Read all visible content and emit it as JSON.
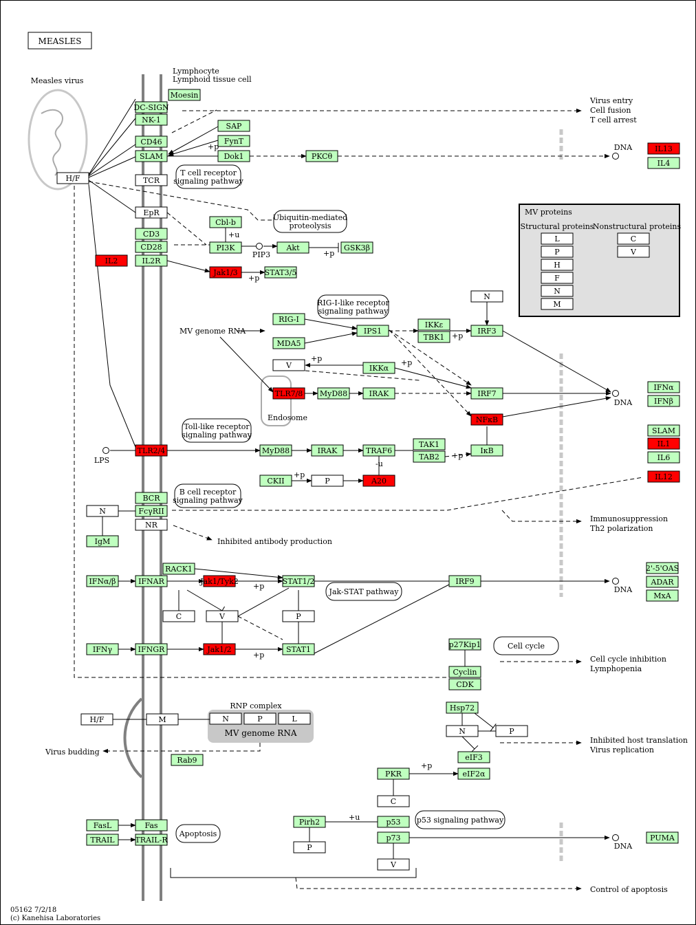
{
  "title": "MEASLES",
  "footer": {
    "id_date": "05162 7/2/18",
    "copyright": "(c) Kanehisa Laboratories"
  },
  "labels": {
    "measles_virus": "Measles virus",
    "lymphocyte_1": "Lymphocyte",
    "lymphocyte_2": "Lymphoid tissue cell",
    "virus_entry": [
      "Virus entry",
      "Cell fusion",
      "T cell arrest"
    ],
    "mv_genome_rna": "MV genome RNA",
    "endosome": "Endosome",
    "lps": "LPS",
    "pip3": "PIP3",
    "dna": "DNA",
    "inhibited_ab": "Inhibited antibody production",
    "immunosuppression": [
      "Immunosuppression",
      "Th2 polarization"
    ],
    "cc_inhibition": [
      "Cell cycle inhibition",
      "Lymphopenia"
    ],
    "inhibited_translation": [
      "Inhibited host translation",
      "Virus replication"
    ],
    "control_apoptosis": "Control of apoptosis",
    "virus_budding": "Virus budding",
    "rnp_complex": "RNP complex",
    "mv_genome_rna_box": "MV genome RNA",
    "plus_p": "+p",
    "plus_u": "+u",
    "minus_u": "-u"
  },
  "mv_proteins": {
    "title": "MV proteins",
    "structural_label": "Structural proteins",
    "nonstructural_label": "Nonstructural proteins",
    "structural": [
      "L",
      "P",
      "H",
      "F",
      "N",
      "M"
    ],
    "nonstructural": [
      "C",
      "V"
    ]
  },
  "pathways": {
    "tcr": [
      "T cell receptor",
      "signaling pathway"
    ],
    "ubiquitin": [
      "Ubiquitin-mediated",
      "proteolysis"
    ],
    "rigi": [
      "RIG-I-like receptor",
      "signaling pathway"
    ],
    "tlr": [
      "Toll-like receptor",
      "signaling pathway"
    ],
    "bcr": [
      "B cell receptor",
      "signaling pathway"
    ],
    "jakstat": [
      "Jak-STAT pathway"
    ],
    "cellcycle": [
      "Cell cycle"
    ],
    "apoptosis": [
      "Apoptosis"
    ],
    "p53": [
      "p53 signaling pathway"
    ]
  },
  "colors": {
    "green": "#bfffbf",
    "red": "#ff0000",
    "white": "#ffffff",
    "gray_panel": "#e0e0e0",
    "rnp_gray": "#c8c8c8"
  },
  "nodes": [
    {
      "key": "moesin",
      "label": "Moesin",
      "color": "green"
    },
    {
      "key": "dcsign",
      "label": "DC-SIGN",
      "color": "green"
    },
    {
      "key": "nk1",
      "label": "NK-1",
      "color": "green"
    },
    {
      "key": "cd46",
      "label": "CD46",
      "color": "green"
    },
    {
      "key": "slam",
      "label": "SLAM",
      "color": "green"
    },
    {
      "key": "sap",
      "label": "SAP",
      "color": "green"
    },
    {
      "key": "fynt",
      "label": "FynT",
      "color": "green"
    },
    {
      "key": "dok1",
      "label": "Dok1",
      "color": "green"
    },
    {
      "key": "pkctheta",
      "label": "PKCθ",
      "color": "green"
    },
    {
      "key": "il13",
      "label": "IL13",
      "color": "red"
    },
    {
      "key": "il4",
      "label": "IL4",
      "color": "green"
    },
    {
      "key": "hf",
      "label": "H/F",
      "color": "white"
    },
    {
      "key": "tcr",
      "label": "TCR",
      "color": "white"
    },
    {
      "key": "epr",
      "label": "EpR",
      "color": "white"
    },
    {
      "key": "cblb",
      "label": "Cbl-b",
      "color": "green"
    },
    {
      "key": "cd3",
      "label": "CD3",
      "color": "green"
    },
    {
      "key": "cd28",
      "label": "CD28",
      "color": "green"
    },
    {
      "key": "pi3k",
      "label": "PI3K",
      "color": "green"
    },
    {
      "key": "akt",
      "label": "Akt",
      "color": "green"
    },
    {
      "key": "gsk3b",
      "label": "GSK3β",
      "color": "green"
    },
    {
      "key": "il2",
      "label": "IL2",
      "color": "red"
    },
    {
      "key": "il2r",
      "label": "IL2R",
      "color": "green"
    },
    {
      "key": "jak13",
      "label": "Jak1/3",
      "color": "red"
    },
    {
      "key": "stat35",
      "label": "STAT3/5",
      "color": "green"
    },
    {
      "key": "rigi",
      "label": "RIG-I",
      "color": "green"
    },
    {
      "key": "mda5",
      "label": "MDA5",
      "color": "green"
    },
    {
      "key": "ips1",
      "label": "IPS1",
      "color": "green"
    },
    {
      "key": "ikke",
      "label": "IKKε",
      "color": "green"
    },
    {
      "key": "tbk1",
      "label": "TBK1",
      "color": "green"
    },
    {
      "key": "irf3",
      "label": "IRF3",
      "color": "green"
    },
    {
      "key": "n_irf3",
      "label": "N",
      "color": "white"
    },
    {
      "key": "v_mid",
      "label": "V",
      "color": "white"
    },
    {
      "key": "ikka",
      "label": "IKKα",
      "color": "green"
    },
    {
      "key": "tlr78",
      "label": "TLR7/8",
      "color": "red"
    },
    {
      "key": "myd88a",
      "label": "MyD88",
      "color": "green"
    },
    {
      "key": "iraka",
      "label": "IRAK",
      "color": "green"
    },
    {
      "key": "irf7",
      "label": "IRF7",
      "color": "green"
    },
    {
      "key": "nfkb",
      "label": "NFκB",
      "color": "red"
    },
    {
      "key": "ifna",
      "label": "IFNα",
      "color": "green"
    },
    {
      "key": "ifnb",
      "label": "IFNβ",
      "color": "green"
    },
    {
      "key": "slam2",
      "label": "SLAM",
      "color": "green"
    },
    {
      "key": "il1",
      "label": "IL1",
      "color": "red"
    },
    {
      "key": "il6",
      "label": "IL6",
      "color": "green"
    },
    {
      "key": "il12",
      "label": "IL12",
      "color": "red"
    },
    {
      "key": "tlr24",
      "label": "TLR2/4",
      "color": "red"
    },
    {
      "key": "myd88b",
      "label": "MyD88",
      "color": "green"
    },
    {
      "key": "irakb",
      "label": "IRAK",
      "color": "green"
    },
    {
      "key": "traf6",
      "label": "TRAF6",
      "color": "green"
    },
    {
      "key": "tak1",
      "label": "TAK1",
      "color": "green"
    },
    {
      "key": "tab2",
      "label": "TAB2",
      "color": "green"
    },
    {
      "key": "ikb",
      "label": "IκB",
      "color": "green"
    },
    {
      "key": "ckii",
      "label": "CKII",
      "color": "green"
    },
    {
      "key": "p_ckii",
      "label": "P",
      "color": "white"
    },
    {
      "key": "a20",
      "label": "A20",
      "color": "red"
    },
    {
      "key": "bcr",
      "label": "BCR",
      "color": "green"
    },
    {
      "key": "fcgrii",
      "label": "FcγRII",
      "color": "green"
    },
    {
      "key": "n_bcr",
      "label": "N",
      "color": "white"
    },
    {
      "key": "nr",
      "label": "NR",
      "color": "white"
    },
    {
      "key": "igm",
      "label": "IgM",
      "color": "green"
    },
    {
      "key": "rack1",
      "label": "RACK1",
      "color": "green"
    },
    {
      "key": "ifnab",
      "label": "IFNα/β",
      "color": "green"
    },
    {
      "key": "ifnar",
      "label": "IFNAR",
      "color": "green"
    },
    {
      "key": "jak1tyk2",
      "label": "Jak1/Tyk2",
      "color": "red"
    },
    {
      "key": "stat12",
      "label": "STAT1/2",
      "color": "green"
    },
    {
      "key": "irf9",
      "label": "IRF9",
      "color": "green"
    },
    {
      "key": "oas",
      "label": "2'-5'OAS",
      "color": "green"
    },
    {
      "key": "adar",
      "label": "ADAR",
      "color": "green"
    },
    {
      "key": "mxa",
      "label": "MxA",
      "color": "green"
    },
    {
      "key": "c_jak",
      "label": "C",
      "color": "white"
    },
    {
      "key": "v_jak",
      "label": "V",
      "color": "white"
    },
    {
      "key": "p_stat",
      "label": "P",
      "color": "white"
    },
    {
      "key": "ifng",
      "label": "IFNγ",
      "color": "green"
    },
    {
      "key": "ifngr",
      "label": "IFNGR",
      "color": "green"
    },
    {
      "key": "jak12",
      "label": "Jak1/2",
      "color": "red"
    },
    {
      "key": "stat1",
      "label": "STAT1",
      "color": "green"
    },
    {
      "key": "p27kip1",
      "label": "p27Kip1",
      "color": "green"
    },
    {
      "key": "cyclin",
      "label": "Cyclin",
      "color": "green"
    },
    {
      "key": "cdk",
      "label": "CDK",
      "color": "green"
    },
    {
      "key": "hf2",
      "label": "H/F",
      "color": "white"
    },
    {
      "key": "m_bud",
      "label": "M",
      "color": "white"
    },
    {
      "key": "rnp_n",
      "label": "N",
      "color": "white"
    },
    {
      "key": "rnp_p",
      "label": "P",
      "color": "white"
    },
    {
      "key": "rnp_l",
      "label": "L",
      "color": "white"
    },
    {
      "key": "rab9",
      "label": "Rab9",
      "color": "green"
    },
    {
      "key": "hsp72",
      "label": "Hsp72",
      "color": "green"
    },
    {
      "key": "n_hsp",
      "label": "N",
      "color": "white"
    },
    {
      "key": "p_hsp",
      "label": "P",
      "color": "white"
    },
    {
      "key": "eif3",
      "label": "eIF3",
      "color": "green"
    },
    {
      "key": "pkr",
      "label": "PKR",
      "color": "green"
    },
    {
      "key": "eif2a",
      "label": "eIF2α",
      "color": "green"
    },
    {
      "key": "c_pkr",
      "label": "C",
      "color": "white"
    },
    {
      "key": "fasl",
      "label": "FasL",
      "color": "green"
    },
    {
      "key": "fas",
      "label": "Fas",
      "color": "green"
    },
    {
      "key": "trail",
      "label": "TRAIL",
      "color": "green"
    },
    {
      "key": "trailr",
      "label": "TRAIL-R",
      "color": "green"
    },
    {
      "key": "pirh2",
      "label": "Pirh2",
      "color": "green"
    },
    {
      "key": "p_pirh2",
      "label": "P",
      "color": "white"
    },
    {
      "key": "p53",
      "label": "p53",
      "color": "green"
    },
    {
      "key": "p73",
      "label": "p73",
      "color": "green"
    },
    {
      "key": "v_p73",
      "label": "V",
      "color": "white"
    },
    {
      "key": "puma",
      "label": "PUMA",
      "color": "green"
    }
  ]
}
